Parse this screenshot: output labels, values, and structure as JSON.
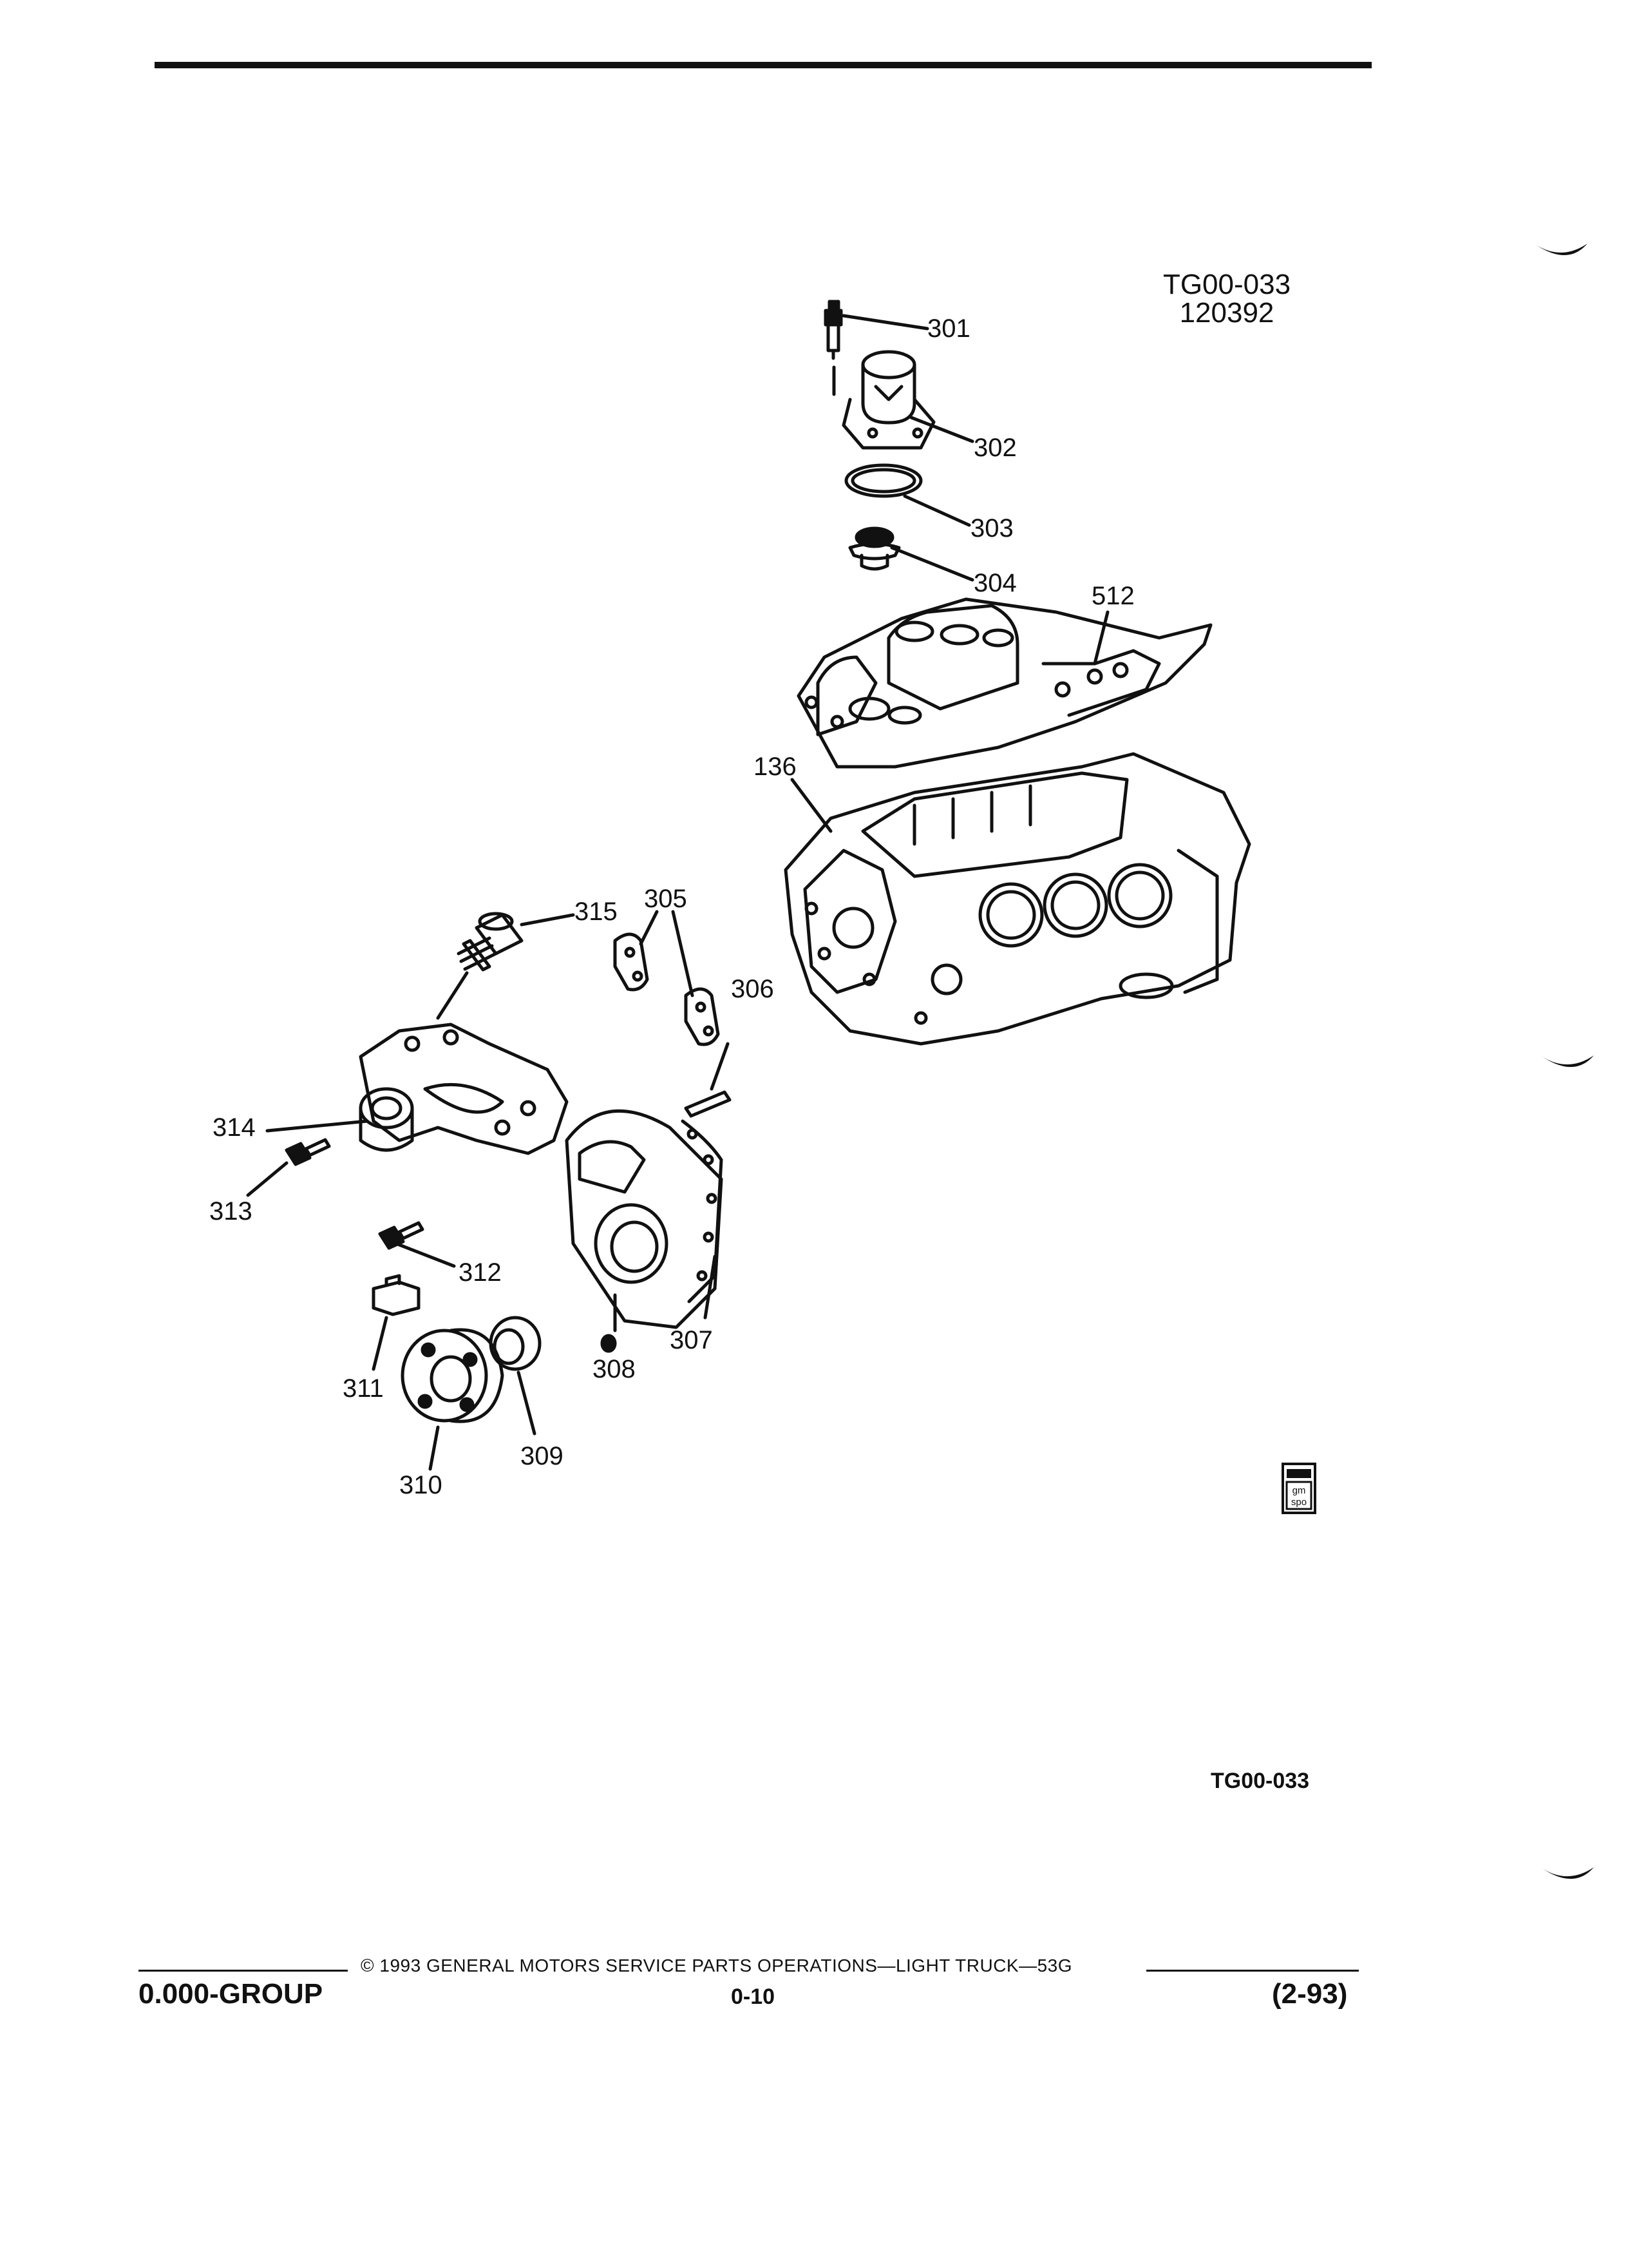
{
  "header": {
    "code_line1": "TG00-033",
    "code_line2": "120392"
  },
  "callouts": [
    {
      "id": "301",
      "label": "301"
    },
    {
      "id": "302",
      "label": "302"
    },
    {
      "id": "303",
      "label": "303"
    },
    {
      "id": "304",
      "label": "304"
    },
    {
      "id": "512",
      "label": "512"
    },
    {
      "id": "136",
      "label": "136"
    },
    {
      "id": "315",
      "label": "315"
    },
    {
      "id": "305",
      "label": "305"
    },
    {
      "id": "306",
      "label": "306"
    },
    {
      "id": "314",
      "label": "314"
    },
    {
      "id": "313",
      "label": "313"
    },
    {
      "id": "312",
      "label": "312"
    },
    {
      "id": "307",
      "label": "307"
    },
    {
      "id": "308",
      "label": "308"
    },
    {
      "id": "311",
      "label": "311"
    },
    {
      "id": "309",
      "label": "309"
    },
    {
      "id": "310",
      "label": "310"
    }
  ],
  "diagram_code": "TG00-033",
  "logo": {
    "text_top": "gm",
    "text_bottom": "spo"
  },
  "footer": {
    "copyright": "© 1993 GENERAL MOTORS SERVICE PARTS OPERATIONS—LIGHT TRUCK—53G",
    "group": "0.000-GROUP",
    "page": "0-10",
    "date_code": "(2-93)"
  }
}
